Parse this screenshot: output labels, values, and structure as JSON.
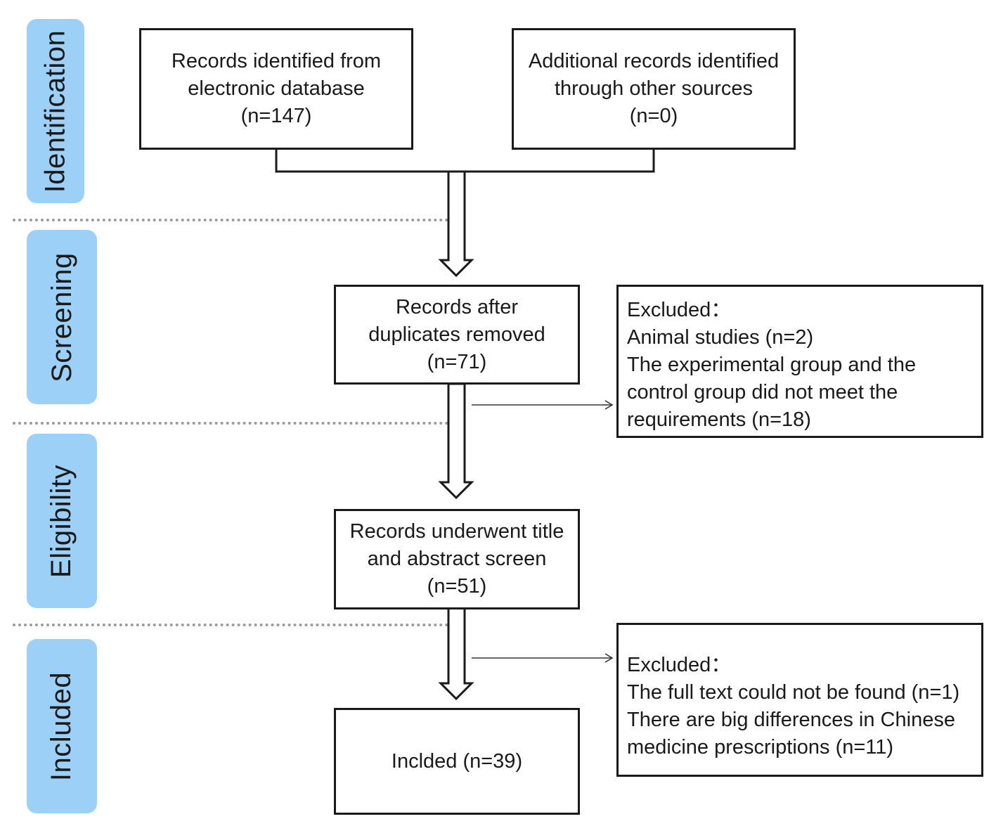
{
  "stages": {
    "identification": "Identification",
    "screening": "Screening",
    "eligibility": "Eligibility",
    "included": "Included"
  },
  "boxes": {
    "database": {
      "line1": "Records identified from",
      "line2": "electronic database",
      "line3": "(n=147)"
    },
    "other_sources": {
      "line1": "Additional records identified",
      "line2": "through other sources",
      "line3": "(n=0)"
    },
    "after_duplicates": {
      "line1": "Records after",
      "line2": "duplicates removed",
      "line3": "(n=71)"
    },
    "excluded_1": {
      "line1": "Excluded：",
      "line2": "Animal studies (n=2)",
      "line3": "The experimental group and the",
      "line4": "control group did not meet the",
      "line5": "requirements (n=18)"
    },
    "title_abstract": {
      "line1": "Records underwent title",
      "line2": "and abstract screen",
      "line3": "(n=51)"
    },
    "excluded_2": {
      "line1": "Excluded：",
      "line2": "The full text could not be found (n=1)",
      "line3": "There are big differences in Chinese",
      "line4": "medicine prescriptions (n=11)"
    },
    "included": {
      "line1": "Inclded (n=39)"
    }
  },
  "colors": {
    "stage_fill": "#9dd0f7",
    "stroke": "#1a1a1a",
    "divider": "#9a9a9a"
  }
}
